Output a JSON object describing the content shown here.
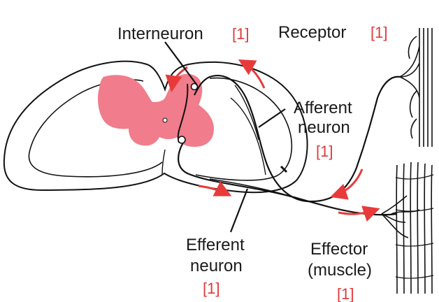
{
  "labels": {
    "interneuron": "Interneuron",
    "receptor": "Receptor",
    "afferent_line1": "Afferent",
    "afferent_line2": "neuron",
    "efferent_line1": "Efferent",
    "efferent_line2": "neuron",
    "effector_line1": "Effector",
    "effector_line2": "(muscle)"
  },
  "marks": {
    "interneuron": "[1]",
    "receptor": "[1]",
    "afferent": "[1]",
    "efferent": "[1]",
    "effector": "[1]"
  },
  "colors": {
    "grey_matter": "#f07c8c",
    "arrow": "#e83a3a",
    "mark_text": "#e03a3a",
    "line": "#111111"
  }
}
